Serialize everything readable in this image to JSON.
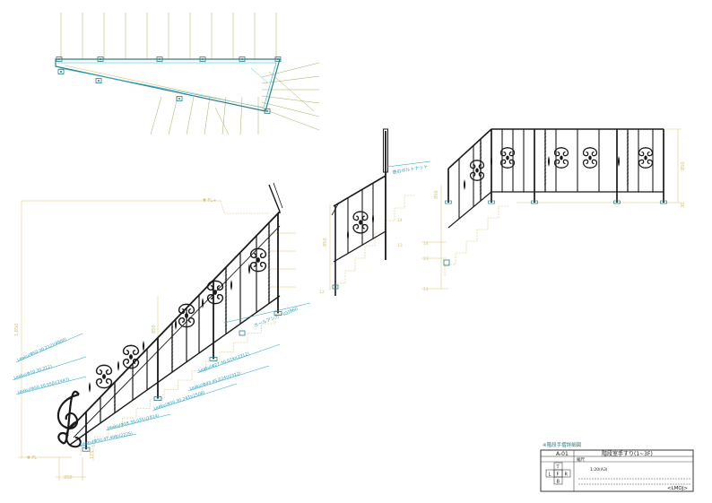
{
  "colors": {
    "iron": "#1a1a1a",
    "cyan": "#18b8d8",
    "olive": "#a9a85a",
    "gold": "#d8c070",
    "teal": "#2e7f86",
    "accent": "#1aa0c0"
  },
  "elevation": {
    "level_top": "▼ FL+",
    "level_bottom": "▼ FL",
    "height_dim": "1,850",
    "width_dim": "250",
    "post_dim": "175",
    "rail_dim": "850",
    "anchor_note": "ホールアンカー(G)960",
    "notes": [
      "Leaku(Φ27.40,024)(2312)",
      "Leaku(Φ43.45,024)(2312)",
      "Leaku(Φ50.30,243)(2508)",
      "Leaku(Φ28.30,035)(1814)",
      "Leaku(Φ50.47,498)(2225)",
      "Leaku(Φ50.30,212)(4000)",
      "Leaku(Φ10.30,212)",
      "Leaku(Φ50.20,050)(1447)"
    ]
  },
  "section_view": {
    "dim_h": "850",
    "note": "鉄のボルトナット",
    "step_marks": [
      "14",
      "13",
      "12"
    ]
  },
  "side_view": {
    "dim_h": "850",
    "dim_small": "30",
    "dim_left": "850",
    "step_marks": [
      "14",
      "13",
      "11"
    ]
  },
  "title_block": {
    "header": "※階段手摺詳細図",
    "drawing_no": "A-01",
    "title": "階段室手すり(1~3F)",
    "scale_label": "縮尺",
    "scale": "1:20(A3)",
    "cells": [
      "T",
      "L",
      "F",
      "R",
      "B"
    ],
    "logo": "<LMOJ>"
  }
}
